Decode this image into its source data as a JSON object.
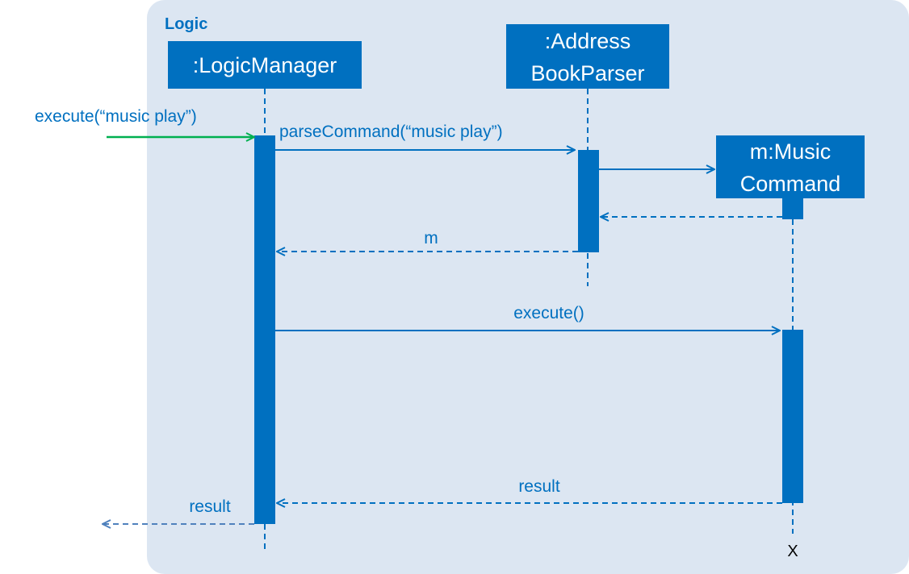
{
  "frame": {
    "label": "Logic"
  },
  "participants": {
    "logic_manager": {
      "lines": [
        ":LogicManager"
      ]
    },
    "parser": {
      "lines": [
        ":Address",
        "BookParser"
      ]
    },
    "music_command": {
      "lines": [
        "m:Music",
        "Command"
      ]
    }
  },
  "messages": {
    "incoming_call": "execute(“music play”)",
    "parse_call": "parseCommand(“music play”)",
    "parser_return": "m",
    "execute_call": "execute()",
    "command_return": "result",
    "final_return": "result"
  },
  "destroy_marker": "X",
  "colors": {
    "frame_fill": "#DCE6F2",
    "box_fill": "#0070C0",
    "line": "#0070C0",
    "incoming_arrow": "#00B050",
    "outgoing_return": "#4F81BD"
  }
}
